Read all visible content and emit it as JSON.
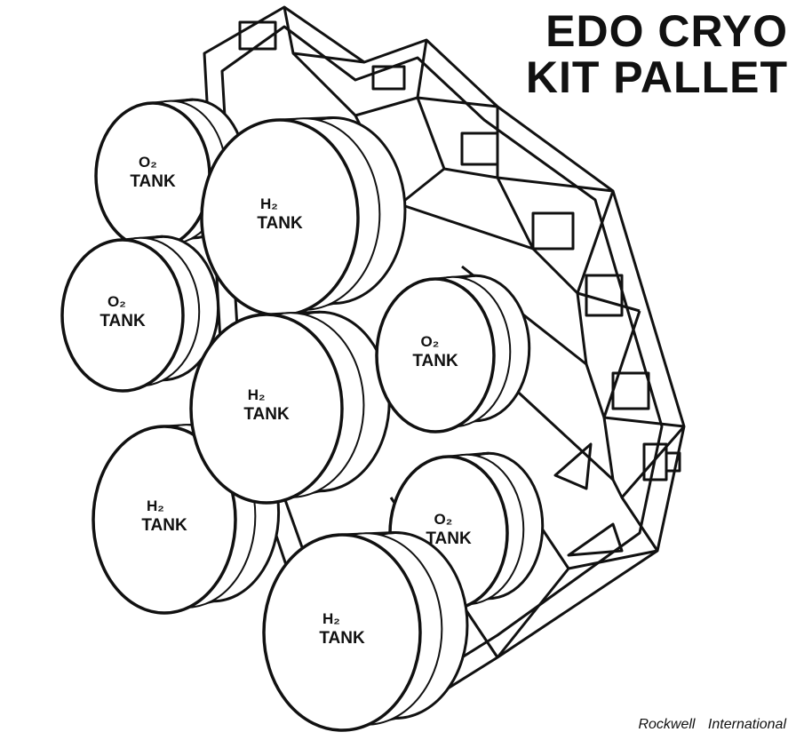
{
  "title": {
    "line1": "EDO CRYO",
    "line2": "KIT PALLET"
  },
  "credit": "Rockwell International",
  "tanks": [
    {
      "formula": "O₂",
      "label": "TANK"
    },
    {
      "formula": "O₂",
      "label": "TANK"
    },
    {
      "formula": "H₂",
      "label": "TANK"
    },
    {
      "formula": "H₂",
      "label": "TANK"
    },
    {
      "formula": "H₂",
      "label": "TANK"
    },
    {
      "formula": "O₂",
      "label": "TANK"
    },
    {
      "formula": "O₂",
      "label": "TANK"
    },
    {
      "formula": "H₂",
      "label": "TANK"
    }
  ]
}
